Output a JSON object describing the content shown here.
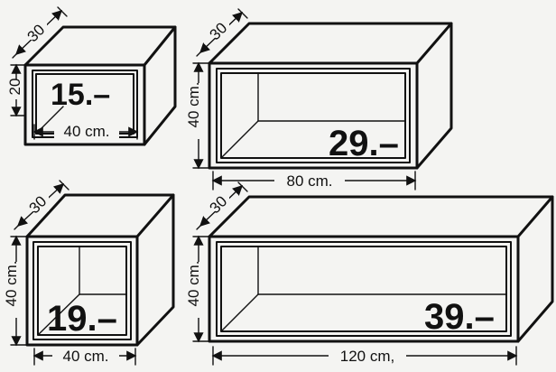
{
  "shelves": [
    {
      "price": "15.–",
      "depth": "30",
      "height": "20",
      "width": "40 cm."
    },
    {
      "price": "29.–",
      "depth": "30",
      "height": "40 cm.",
      "width": "80 cm."
    },
    {
      "price": "19.–",
      "depth": "30",
      "height": "40 cm.",
      "width": "40 cm."
    },
    {
      "price": "39.–",
      "depth": "30",
      "height": "40 cm.",
      "width": "120 cm,"
    }
  ]
}
